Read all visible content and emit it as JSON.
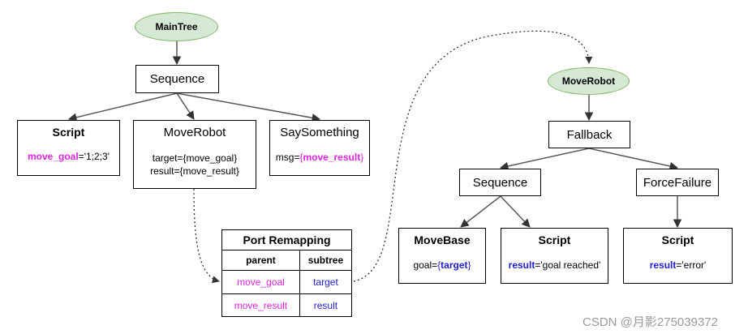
{
  "left_tree": {
    "root": "MainTree",
    "sequence": "Sequence",
    "script": {
      "title": "Script",
      "key": "move_goal",
      "value": "='1;2;3'"
    },
    "move_robot": {
      "title": "MoveRobot",
      "line1": "target={move_goal}",
      "line2": "result={move_result}"
    },
    "say_something": {
      "title": "SaySomething",
      "prefix": "msg=",
      "open_brace": "{",
      "key": "move_result",
      "close_brace": "}"
    }
  },
  "port_remapping": {
    "title": "Port Remapping",
    "headers": [
      "parent",
      "subtree"
    ],
    "rows": [
      {
        "parent": "move_goal",
        "subtree": "target"
      },
      {
        "parent": "move_result",
        "subtree": "result"
      }
    ]
  },
  "right_tree": {
    "root": "MoveRobot",
    "fallback": "Fallback",
    "sequence": "Sequence",
    "force_failure": "ForceFailure",
    "move_base": {
      "title": "MoveBase",
      "prefix": "goal=",
      "open_brace": "{",
      "key": "target",
      "close_brace": "}"
    },
    "script_goal": {
      "title": "Script",
      "key": "result",
      "value": "='goal reached'"
    },
    "script_error": {
      "title": "Script",
      "key": "result",
      "value": "='error'"
    }
  },
  "watermark": "CSDN @月影275039372",
  "colors": {
    "ellipse_fill": "#d5e8d4",
    "ellipse_stroke": "#82b366",
    "magenta": "#e026e0",
    "blue": "#1f1fd6",
    "edge": "#595959"
  }
}
